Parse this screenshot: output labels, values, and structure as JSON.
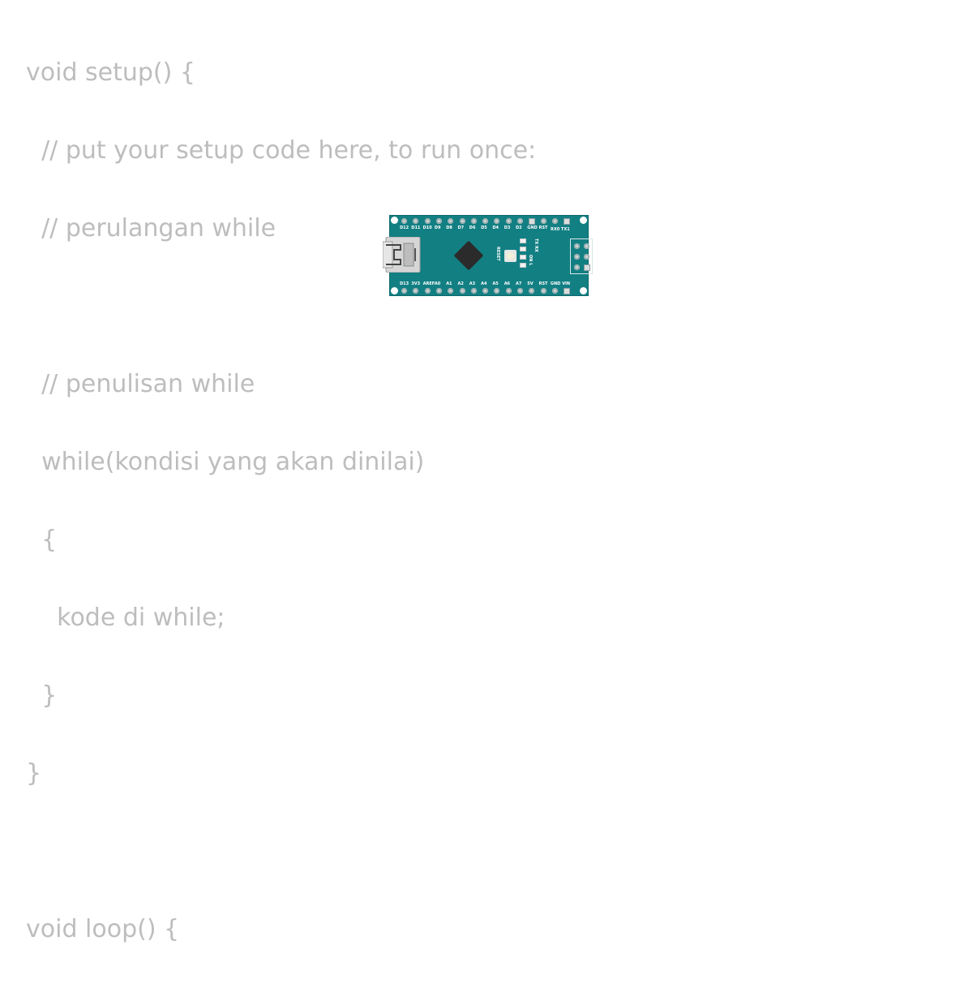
{
  "code_lines": [
    "void setup() {",
    "  // put your setup code here, to run once:",
    "  // perulangan while",
    "",
    "  // penulisan while",
    "  while(kondisi yang akan dinilai)",
    "  {",
    "    kode di while;",
    "  }",
    "}",
    "",
    "void loop() {"
  ],
  "board": {
    "top_pins": [
      "D12",
      "D11",
      "D10",
      "D9",
      "D8",
      "D7",
      "D6",
      "D5",
      "D4",
      "D3",
      "D2",
      "GND",
      "RST"
    ],
    "top_right": "RX0 TX1",
    "bottom_pins": [
      "D13",
      "3V3",
      "AREF",
      "A0",
      "A1",
      "A2",
      "A3",
      "A4",
      "A5",
      "A6",
      "A7",
      "5V",
      "RST",
      "GND",
      "VIN"
    ],
    "reset_label": "RESET",
    "led_labels": [
      "TX",
      "RX",
      "ON",
      "L"
    ]
  },
  "colors": {
    "code_text": "#bdbdbd",
    "pcb": "#127f83"
  }
}
